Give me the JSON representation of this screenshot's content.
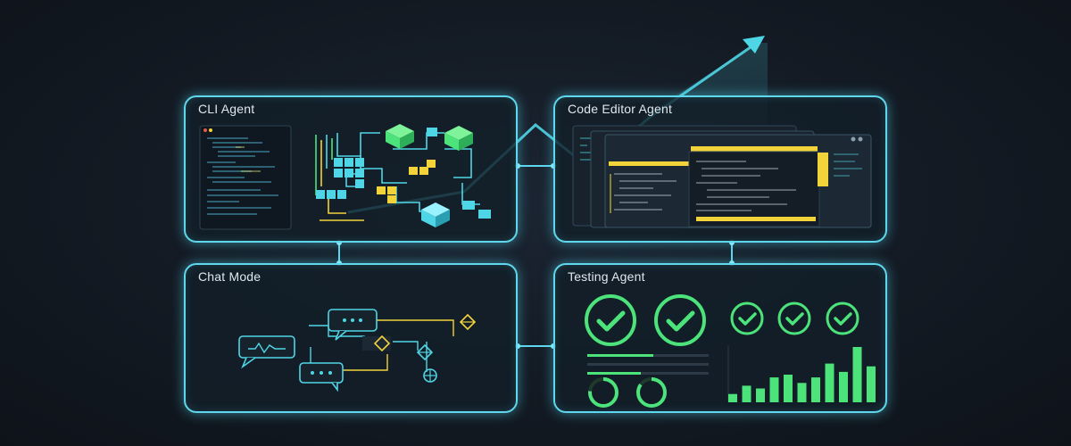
{
  "panels": {
    "cli": {
      "title": "CLI Agent"
    },
    "code_editor": {
      "title": "Code Editor Agent"
    },
    "chat": {
      "title": "Chat Mode"
    },
    "testing": {
      "title": "Testing Agent"
    }
  },
  "colors": {
    "frame": "#5fd8ee",
    "cyan": "#4fd6e6",
    "green": "#4be37a",
    "yellow": "#f2d33a",
    "text": "#dfe8ee",
    "background": "#131a23"
  },
  "icons": {
    "chat_bubbles": [
      "chat-bubble-icon",
      "wave-bubble-icon"
    ],
    "testing": [
      "check-circle-icon",
      "progress-ring-icon",
      "bar-chart-icon"
    ]
  },
  "testing": {
    "check_count": 5,
    "bar_levels": [
      0.15,
      0.3,
      0.25,
      0.45,
      0.5,
      0.35,
      0.45,
      0.7,
      0.55,
      1.0,
      0.65
    ]
  }
}
